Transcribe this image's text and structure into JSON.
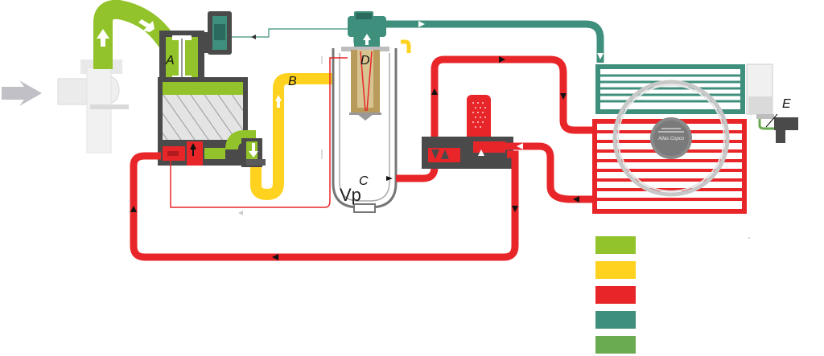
{
  "labels": {
    "A": "A",
    "B": "B",
    "C": "C",
    "D": "D",
    "E": "E",
    "vp": "Vp",
    "brand": "Atlas Copco"
  },
  "colors": {
    "air_intake": "#92c32a",
    "oil_air_mixture": "#ffd21f",
    "oil": "#e8262a",
    "compressed_air": "#3f8f7d",
    "condensate": "#6aaa50",
    "housing": "#4a4a4a",
    "panel": "#e8e8e8"
  },
  "legend": [
    {
      "color": "#92c32a",
      "text": ""
    },
    {
      "color": "#ffd21f",
      "text": ""
    },
    {
      "color": "#e8262a",
      "text": ""
    },
    {
      "color": "#3f8f7d",
      "text": ""
    },
    {
      "color": "#6aaa50",
      "text": ""
    }
  ]
}
